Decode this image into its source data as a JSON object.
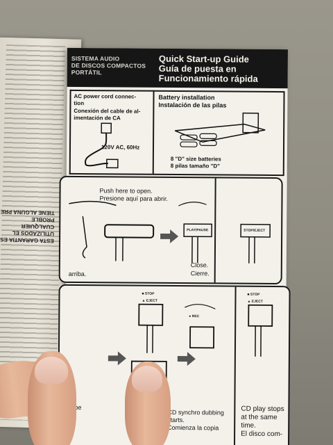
{
  "scene": {
    "description_colors": {
      "paper": "#f1efe8",
      "ink": "#141414",
      "header": "#161616",
      "skin": "#e0ae92",
      "background": "#8f8c82"
    }
  },
  "left_page": {
    "bold_lines": [
      "ESTA GARANTIA ES",
      "UTILIZADOS EL",
      "CUALQUIER PROBLE",
      "TIENE ALGUNA PRE"
    ]
  },
  "header": {
    "left_lines": [
      "SISTEMA AUDIO",
      "DE DISCOS COMPACTOS",
      "PORTÁTIL"
    ],
    "right_lines": [
      "Quick Start-up Guide",
      "Guía de puesta en",
      "Funcionamiento rápida"
    ]
  },
  "ac_section": {
    "title_en": "AC power cord connec-\ntion",
    "title_es": "Conexión del cable de al-\nimentación de CA",
    "voltage_label": "120V AC, 60Hz"
  },
  "battery_section": {
    "title_en": "Battery installation",
    "title_es": "Instalación de las pilas",
    "caption_en": "8 \"D\" size batteries",
    "caption_es": "8 pilas tamaño \"D\""
  },
  "step_open": {
    "instruction_en": "Push here to open.",
    "instruction_es": "Presione aquí para abrir.",
    "close_en": "Close.",
    "close_es": "Cierre.",
    "arriba": "arriba."
  },
  "buttons": {
    "play_label": "PLAY/PAUSE",
    "stop_label": "STOP/EJECT",
    "stop_eject_label": "■ STOP\n▲ EJECT",
    "rec_label": "● REC"
  },
  "step_dub": {
    "partial_left": "to be",
    "partial_left2": "ue",
    "cd_synchro_en": "CD synchro dubbing\nstarts.",
    "cd_synchro_es": "Comienza la copia",
    "cd_stops_en": "CD play stops\nat the same\ntime.",
    "cd_stops_es": "El disco com-"
  }
}
